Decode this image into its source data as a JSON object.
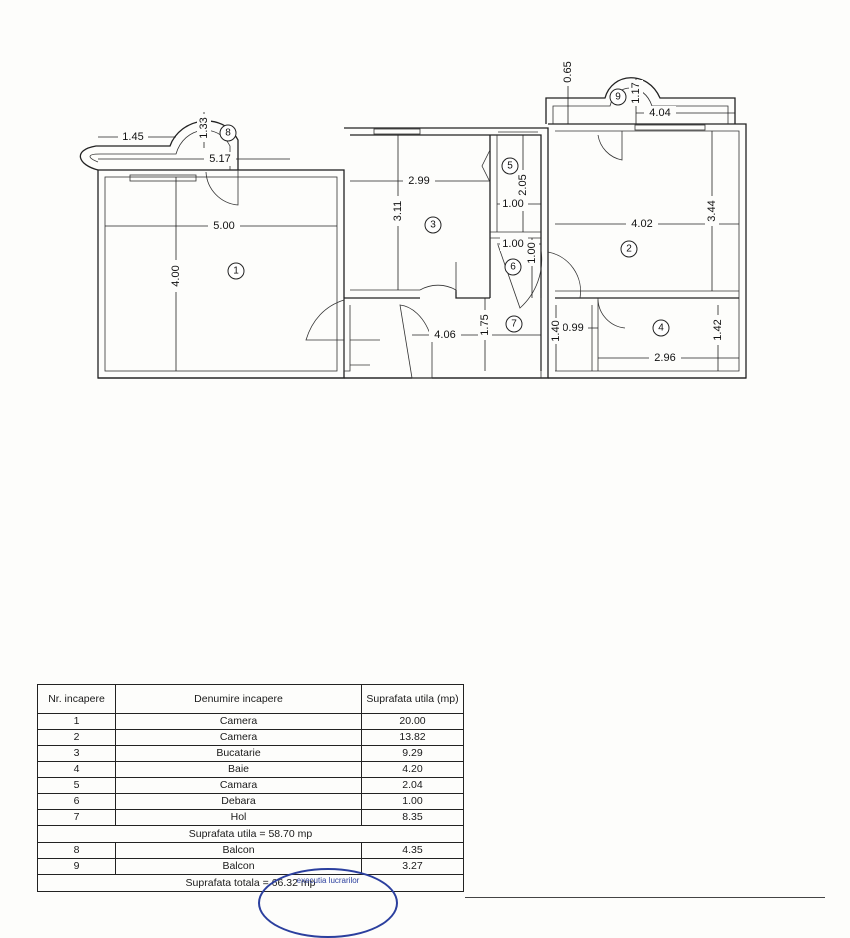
{
  "floor_plan": {
    "rooms": [
      {
        "number": "1"
      },
      {
        "number": "2"
      },
      {
        "number": "3"
      },
      {
        "number": "4"
      },
      {
        "number": "5"
      },
      {
        "number": "6"
      },
      {
        "number": "7"
      },
      {
        "number": "8"
      },
      {
        "number": "9"
      }
    ],
    "dimensions": {
      "balcony_8_length": "1.45",
      "balcony_8_depth": "1.33",
      "room_1_top_length": "5.17",
      "room_1_width": "5.00",
      "room_1_height": "4.00",
      "room_3_width": "2.99",
      "room_3_height": "3.11",
      "room_5_height": "2.05",
      "room_5_width": "1.00",
      "room_6_width": "1.00",
      "room_6_height": "1.00",
      "room_7_width": "4.06",
      "room_7_height": "1.75",
      "passage_width": "0.99",
      "passage_height": "1.40",
      "balcony_9_offset": "0.65",
      "balcony_9_depth": "1.17",
      "balcony_9_length": "4.04",
      "room_2_width": "4.02",
      "room_2_height": "3.44",
      "room_4_width": "2.96",
      "room_4_height": "1.42"
    }
  },
  "room_table": {
    "headers": [
      "Nr. incapere",
      "Denumire incapere",
      "Suprafata utila (mp)"
    ],
    "rows": [
      {
        "nr": "1",
        "name": "Camera",
        "area": "20.00"
      },
      {
        "nr": "2",
        "name": "Camera",
        "area": "13.82"
      },
      {
        "nr": "3",
        "name": "Bucatarie",
        "area": "9.29"
      },
      {
        "nr": "4",
        "name": "Baie",
        "area": "4.20"
      },
      {
        "nr": "5",
        "name": "Camara",
        "area": "2.04"
      },
      {
        "nr": "6",
        "name": "Debara",
        "area": "1.00"
      },
      {
        "nr": "7",
        "name": "Hol",
        "area": "8.35"
      }
    ],
    "subtotal": "Suprafata utila  = 58.70  mp",
    "balcony_rows": [
      {
        "nr": "8",
        "name": "Balcon",
        "area": "4.35"
      },
      {
        "nr": "9",
        "name": "Balcon",
        "area": "3.27"
      }
    ],
    "total": "Suprafata totala  = 66.32  mp"
  },
  "stamp": {
    "text": "executia lucrarilor",
    "color": "#2b3f9e"
  }
}
